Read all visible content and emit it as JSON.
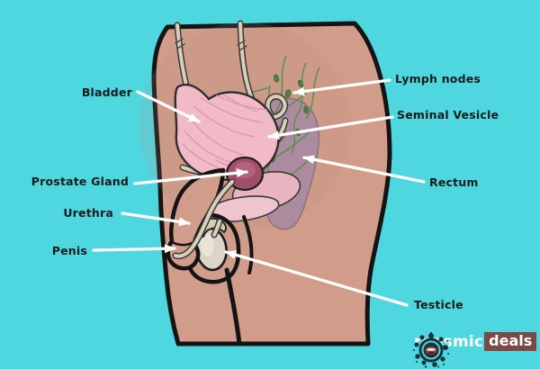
{
  "diagram": {
    "labels": {
      "bladder": "Bladder",
      "prostate_gland": "Prostate Gland",
      "urethra": "Urethra",
      "penis": "Penis",
      "lymph_nodes": "Lymph nodes",
      "seminal_vesicle": "Seminal Vesicle",
      "rectum": "Rectum",
      "testicle": "Testicle"
    }
  },
  "logo": {
    "name_rest": "rgasmic",
    "badge": "deals"
  },
  "colors": {
    "bg": "#4ed7df",
    "skin": "#d19d8a",
    "ink": "#141414",
    "bladder": "#f2b9c6",
    "bladder-line": "#d897ab",
    "prostate": "#a04e69",
    "prostate-inner": "#b5627c",
    "rectum": "#ab8b9d",
    "rectum-edge": "#8f7181",
    "seminal": "#8f7a62",
    "lymph": "#5e9150",
    "lymph-node": "#4e8044",
    "tube": "#d9cfb8",
    "tissue-pink": "#e9b3c0",
    "tissue-pink-light": "#f0c4ce",
    "testicle": "#dbd4c8",
    "epididymis": "#d6ccb4",
    "arrow": "#ffffff",
    "label": "#1b1b1b",
    "badge": "#7b4a46",
    "lips": "#a63b33"
  }
}
